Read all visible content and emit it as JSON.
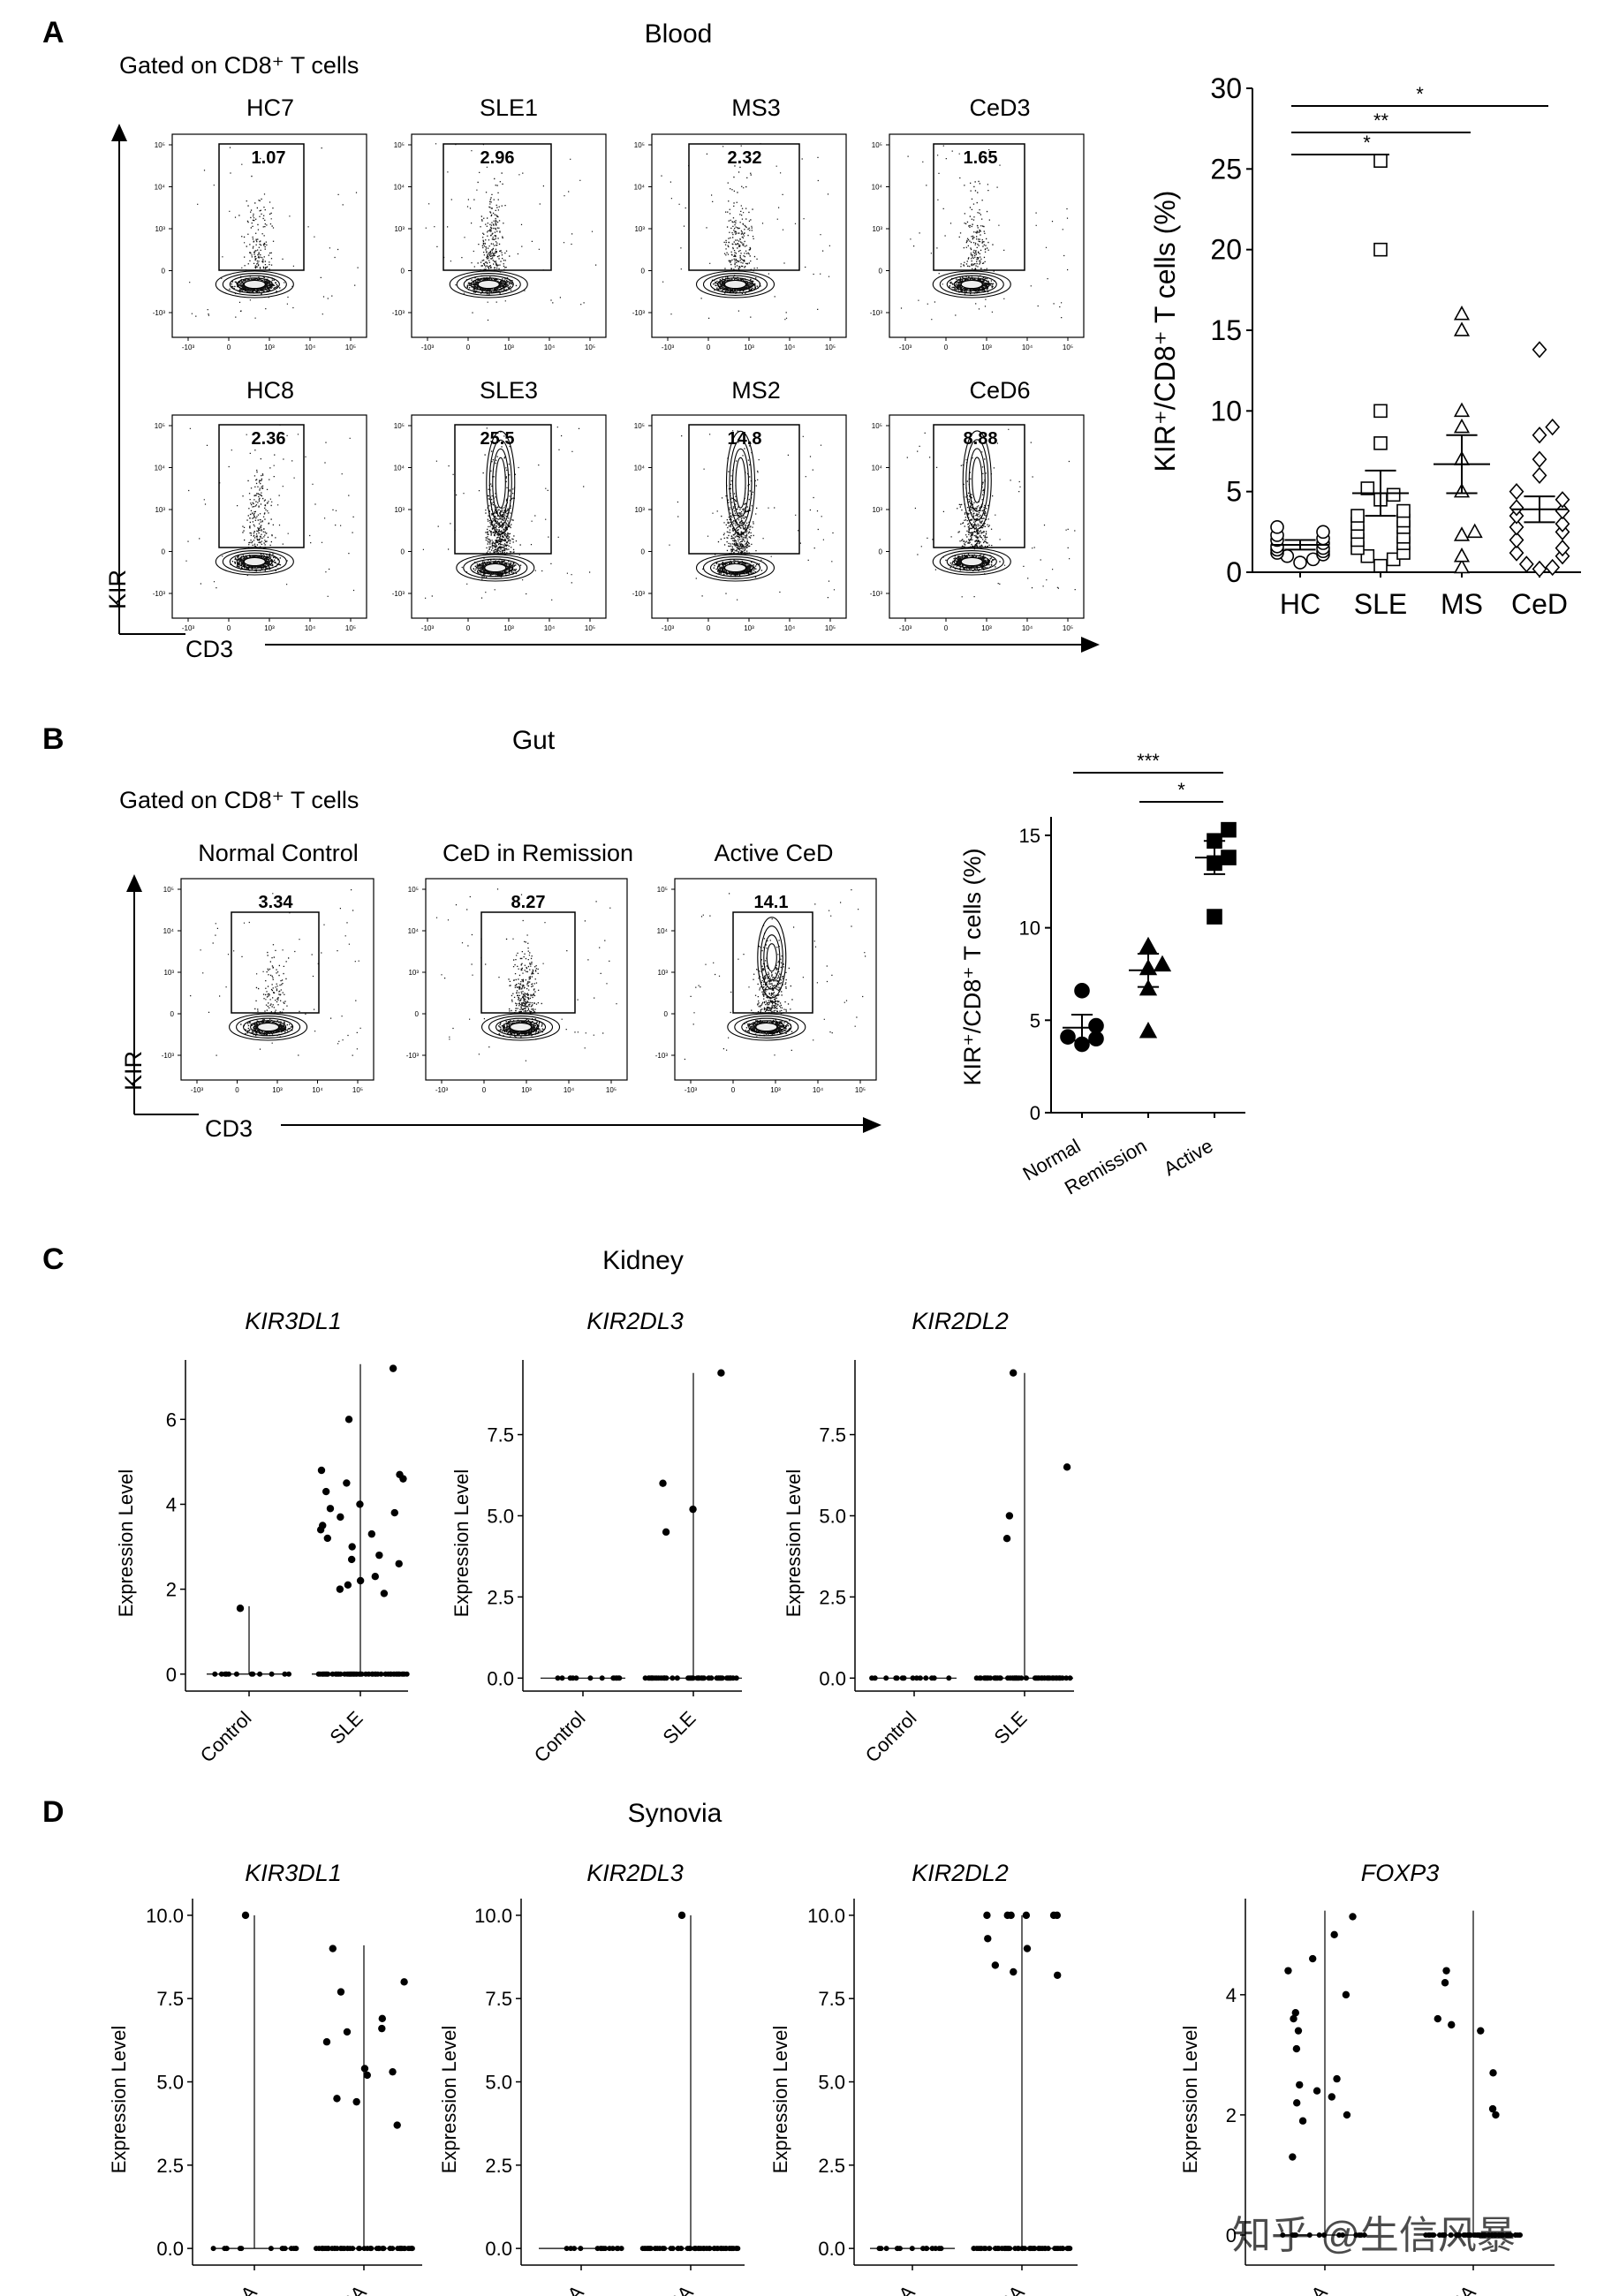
{
  "panelA": {
    "label": "A",
    "title": "Blood",
    "gated": "Gated on CD8⁺ T cells",
    "yaxis": "KIR",
    "xaxis": "CD3",
    "flow_row1": [
      {
        "name": "HC7",
        "gate_value": "1.07"
      },
      {
        "name": "SLE1",
        "gate_value": "2.96"
      },
      {
        "name": "MS3",
        "gate_value": "2.32"
      },
      {
        "name": "CeD3",
        "gate_value": "1.65"
      }
    ],
    "flow_row2": [
      {
        "name": "HC8",
        "gate_value": "2.36"
      },
      {
        "name": "SLE3",
        "gate_value": "25.5"
      },
      {
        "name": "MS2",
        "gate_value": "14.8"
      },
      {
        "name": "CeD6",
        "gate_value": "8.88"
      }
    ],
    "flow_ticks": {
      "y": [
        "10⁵",
        "10⁴",
        "10³",
        "0",
        "-10³"
      ],
      "x": [
        "-10³",
        "0",
        "10³",
        "10⁴",
        "10⁵"
      ]
    }
  },
  "panelB": {
    "label": "B",
    "title": "Gut",
    "gated": "Gated on CD8⁺ T cells",
    "yaxis": "KIR",
    "xaxis": "CD3",
    "flow": [
      {
        "name": "Normal Control",
        "gate_value": "3.34"
      },
      {
        "name": "CeD in Remission",
        "gate_value": "8.27"
      },
      {
        "name": "Active CeD",
        "gate_value": "14.1"
      }
    ]
  },
  "panelC": {
    "label": "C",
    "title": "Kidney"
  },
  "panelD": {
    "label": "D",
    "title": "Synovia"
  },
  "watermark": "知乎 @生信风暴",
  "chart_data": [
    {
      "id": "A-scatter",
      "type": "scatter",
      "ylabel": "KIR⁺/CD8⁺ T cells (%)",
      "ylim": [
        0,
        30
      ],
      "yticks": [
        "0",
        "5",
        "10",
        "15",
        "20",
        "25",
        "30"
      ],
      "categories": [
        "HC",
        "SLE",
        "MS",
        "CeD"
      ],
      "series": [
        {
          "name": "HC",
          "marker": "circle",
          "mean": 1.7,
          "sem": 0.3,
          "values": [
            0.8,
            1.0,
            1.1,
            1.2,
            1.4,
            1.5,
            1.6,
            1.8,
            2.0,
            2.1,
            2.3,
            2.5,
            2.8,
            0.6,
            1.3
          ]
        },
        {
          "name": "SLE",
          "marker": "square",
          "mean": 4.9,
          "sem": 1.4,
          "values": [
            25.5,
            20.0,
            10.0,
            8.0,
            5.2,
            4.8,
            4.5,
            3.8,
            3.5,
            3.2,
            3.0,
            2.8,
            2.5,
            2.2,
            2.0,
            1.8,
            1.5,
            1.2,
            1.0,
            0.8,
            0.4
          ]
        },
        {
          "name": "MS",
          "marker": "triangle",
          "mean": 6.7,
          "sem": 1.8,
          "values": [
            16.0,
            15.0,
            10.0,
            9.0,
            7.0,
            5.0,
            2.5,
            2.3,
            1.0,
            0.3
          ]
        },
        {
          "name": "CeD",
          "marker": "diamond",
          "mean": 3.9,
          "sem": 0.8,
          "values": [
            13.8,
            9.0,
            8.5,
            7.0,
            6.0,
            5.0,
            4.5,
            4.0,
            3.8,
            3.5,
            3.0,
            2.8,
            2.5,
            2.0,
            1.5,
            1.2,
            1.0,
            0.5,
            0.3,
            0.2
          ]
        }
      ],
      "significance": [
        {
          "from": "HC",
          "to": "SLE",
          "label": "*"
        },
        {
          "from": "HC",
          "to": "MS",
          "label": "**"
        },
        {
          "from": "HC",
          "to": "CeD",
          "label": "*"
        }
      ]
    },
    {
      "id": "B-scatter",
      "type": "scatter",
      "ylabel": "KIR⁺/CD8⁺ T cells (%)",
      "ylim": [
        0,
        16
      ],
      "yticks": [
        "0",
        "5",
        "10",
        "15"
      ],
      "categories": [
        "Normal",
        "Remission",
        "Active"
      ],
      "series": [
        {
          "name": "Normal",
          "marker": "circle",
          "mean": 4.6,
          "sem": 0.7,
          "values": [
            6.6,
            4.7,
            4.1,
            3.7,
            4.0
          ]
        },
        {
          "name": "Remission",
          "marker": "triangle",
          "mean": 7.7,
          "sem": 0.9,
          "values": [
            9.0,
            8.0,
            7.8,
            6.7,
            4.4
          ]
        },
        {
          "name": "Active",
          "marker": "square",
          "mean": 13.8,
          "sem": 0.9,
          "values": [
            15.3,
            14.7,
            13.8,
            13.5,
            10.6
          ]
        }
      ],
      "significance": [
        {
          "from": "Normal",
          "to": "Active",
          "label": "***"
        },
        {
          "from": "Remission",
          "to": "Active",
          "label": "*"
        }
      ]
    },
    {
      "id": "C1",
      "type": "scatter",
      "title": "KIR3DL1",
      "ylabel": "Expression Level",
      "categories": [
        "Control",
        "SLE"
      ],
      "ylim": [
        -0.4,
        7.4
      ],
      "yticks": [
        "0",
        "2",
        "4",
        "6"
      ],
      "groups": [
        {
          "max": 1.6,
          "points": [
            1.55
          ]
        },
        {
          "max": 7.3,
          "points": [
            7.2,
            6.0,
            4.8,
            4.7,
            4.6,
            4.5,
            4.3,
            4.0,
            3.9,
            3.8,
            3.7,
            3.5,
            3.4,
            3.3,
            3.2,
            3.0,
            2.8,
            2.7,
            2.6,
            2.3,
            2.2,
            2.1,
            2.0,
            1.9
          ]
        }
      ]
    },
    {
      "id": "C2",
      "type": "scatter",
      "title": "KIR2DL3",
      "ylabel": "Expression Level",
      "categories": [
        "Control",
        "SLE"
      ],
      "ylim": [
        -0.4,
        9.8
      ],
      "yticks": [
        "0.0",
        "2.5",
        "5.0",
        "7.5"
      ],
      "groups": [
        {
          "max": 0,
          "points": []
        },
        {
          "max": 9.4,
          "points": [
            9.4,
            6.0,
            5.2,
            4.5
          ]
        }
      ]
    },
    {
      "id": "C3",
      "type": "scatter",
      "title": "KIR2DL2",
      "ylabel": "Expression Level",
      "categories": [
        "Control",
        "SLE"
      ],
      "ylim": [
        -0.4,
        9.8
      ],
      "yticks": [
        "0.0",
        "2.5",
        "5.0",
        "7.5"
      ],
      "groups": [
        {
          "max": 0,
          "points": []
        },
        {
          "max": 9.4,
          "points": [
            9.4,
            6.5,
            5.0,
            4.3
          ]
        }
      ]
    },
    {
      "id": "D1",
      "type": "scatter",
      "title": "KIR3DL1",
      "ylabel": "Expression Level",
      "categories": [
        "OA",
        "RA"
      ],
      "ylim": [
        -0.5,
        10.5
      ],
      "yticks": [
        "0.0",
        "2.5",
        "5.0",
        "7.5",
        "10.0"
      ],
      "groups": [
        {
          "max": 10.0,
          "points": [
            10.0
          ]
        },
        {
          "max": 9.1,
          "points": [
            9.0,
            8.0,
            7.7,
            6.9,
            6.6,
            6.5,
            6.2,
            5.4,
            5.3,
            5.2,
            4.5,
            4.4,
            3.7
          ]
        }
      ]
    },
    {
      "id": "D2",
      "type": "scatter",
      "title": "KIR2DL3",
      "ylabel": "Expression Level",
      "categories": [
        "OA",
        "RA"
      ],
      "ylim": [
        -0.5,
        10.5
      ],
      "yticks": [
        "0.0",
        "2.5",
        "5.0",
        "7.5",
        "10.0"
      ],
      "groups": [
        {
          "max": 0,
          "points": []
        },
        {
          "max": 10.0,
          "points": [
            10.0
          ]
        }
      ]
    },
    {
      "id": "D3",
      "type": "scatter",
      "title": "KIR2DL2",
      "ylabel": "Expression Level",
      "categories": [
        "OA",
        "RA"
      ],
      "ylim": [
        -0.5,
        10.5
      ],
      "yticks": [
        "0.0",
        "2.5",
        "5.0",
        "7.5",
        "10.0"
      ],
      "groups": [
        {
          "max": 0,
          "points": []
        },
        {
          "max": 10.0,
          "points": [
            10.0,
            10.0,
            10.0,
            10.0,
            10.0,
            10.0,
            9.3,
            9.0,
            8.5,
            8.3,
            8.2
          ]
        }
      ]
    },
    {
      "id": "D4",
      "type": "scatter",
      "title": "FOXP3",
      "ylabel": "Expression Level",
      "categories": [
        "OA",
        "RA"
      ],
      "ylim": [
        -0.5,
        5.6
      ],
      "yticks": [
        "0",
        "2",
        "4"
      ],
      "groups": [
        {
          "max": 5.4,
          "points": [
            5.3,
            5.0,
            4.6,
            4.4,
            4.0,
            3.7,
            3.6,
            3.4,
            3.1,
            2.6,
            2.5,
            2.4,
            2.3,
            2.2,
            2.0,
            1.9,
            1.3
          ]
        },
        {
          "max": 5.4,
          "points": [
            4.4,
            4.2,
            3.6,
            3.5,
            3.4,
            2.7,
            2.1,
            2.0
          ]
        }
      ]
    }
  ]
}
